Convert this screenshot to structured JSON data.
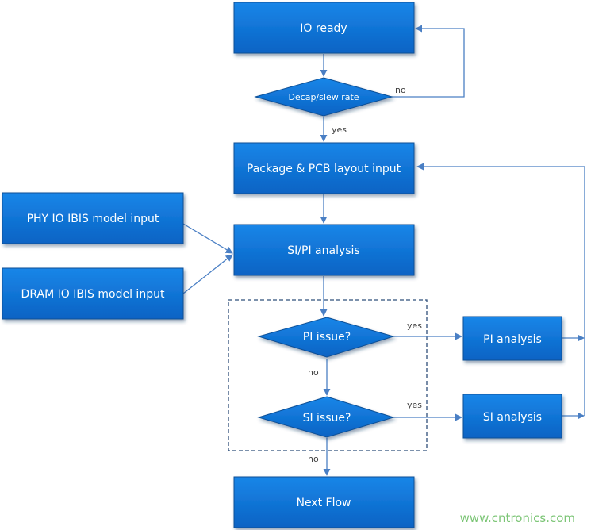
{
  "nodes": {
    "io_ready": "IO ready",
    "decap_slew": "Decap/slew rate",
    "pkg_pcb": "Package & PCB layout input",
    "phy_ibis": "PHY IO IBIS model input",
    "dram_ibis": "DRAM IO IBIS model input",
    "sipi": "SI/PI analysis",
    "pi_issue": "PI issue?",
    "si_issue": "SI issue?",
    "pi_analysis": "PI analysis",
    "si_analysis": "SI analysis",
    "next_flow": "Next Flow"
  },
  "edge_labels": {
    "decap_no": "no",
    "decap_yes": "yes",
    "pi_yes": "yes",
    "pi_no": "no",
    "si_yes": "yes",
    "si_no": "no"
  },
  "watermark": "www.cntronics.com",
  "colors": {
    "box_fill": "#0b6fd1",
    "box_border": "#0a4f96",
    "line": "#4a7fc4",
    "dashed_border": "#2f4f7a",
    "watermark": "#7cc576"
  }
}
